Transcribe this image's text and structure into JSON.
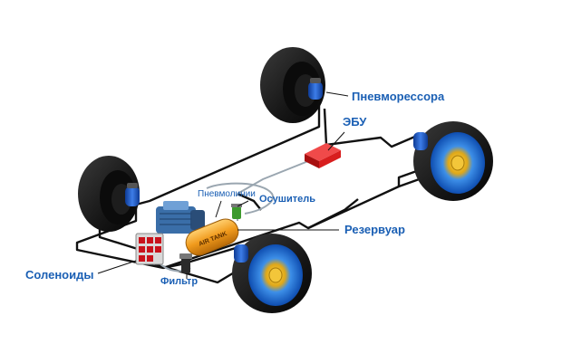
{
  "labels": {
    "air_springs": "Пневморессора",
    "ecu": "ЭБУ",
    "air_lines": "Пневмолинии",
    "dryer": "Осушитель",
    "reservoir": "Резервуар",
    "solenoids": "Соленоиды",
    "filter": "Фильтр",
    "tank_text": "AIR TANK"
  },
  "colors": {
    "label": "#1a5fb4",
    "wire": "#111111",
    "tire": "#161616",
    "air_spring": "#1d57c8",
    "ecu": "#d81e1e",
    "tank": "#f09a1c",
    "compressor": "#3a6ea8",
    "rim": "#1d7de0",
    "rim_center": "#e8b21a",
    "solenoid": "#c9121b",
    "dryer": "#3d9a2e",
    "air_line_gray": "#9aa6b0"
  }
}
